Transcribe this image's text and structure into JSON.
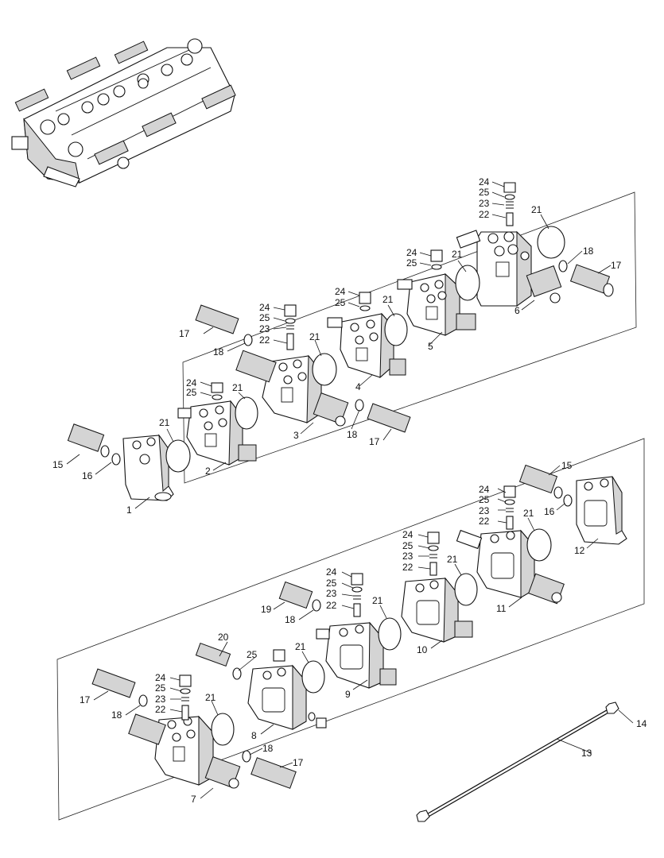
{
  "diagram": {
    "callouts": [
      {
        "id": "c24a",
        "text": "24"
      },
      {
        "id": "c25a",
        "text": "25"
      },
      {
        "id": "c23a",
        "text": "23"
      },
      {
        "id": "c22a",
        "text": "22"
      },
      {
        "id": "c21a",
        "text": "21"
      },
      {
        "id": "c24b",
        "text": "24"
      },
      {
        "id": "c25b",
        "text": "25"
      },
      {
        "id": "c21b",
        "text": "21"
      },
      {
        "id": "c18a",
        "text": "18"
      },
      {
        "id": "c17a",
        "text": "17"
      },
      {
        "id": "c6",
        "text": "6"
      },
      {
        "id": "c24c",
        "text": "24"
      },
      {
        "id": "c25c",
        "text": "25"
      },
      {
        "id": "c21c",
        "text": "21"
      },
      {
        "id": "c5",
        "text": "5"
      },
      {
        "id": "c24d",
        "text": "24"
      },
      {
        "id": "c25d",
        "text": "25"
      },
      {
        "id": "c23d",
        "text": "23"
      },
      {
        "id": "c22d",
        "text": "22"
      },
      {
        "id": "c17b",
        "text": "17"
      },
      {
        "id": "c18b",
        "text": "18"
      },
      {
        "id": "c21d",
        "text": "21"
      },
      {
        "id": "c4",
        "text": "4"
      },
      {
        "id": "c24e",
        "text": "24"
      },
      {
        "id": "c25e",
        "text": "25"
      },
      {
        "id": "c21e",
        "text": "21"
      },
      {
        "id": "c3",
        "text": "3"
      },
      {
        "id": "c18c",
        "text": "18"
      },
      {
        "id": "c17c",
        "text": "17"
      },
      {
        "id": "c21f",
        "text": "21"
      },
      {
        "id": "c2",
        "text": "2"
      },
      {
        "id": "c15a",
        "text": "15"
      },
      {
        "id": "c16a",
        "text": "16"
      },
      {
        "id": "c1",
        "text": "1"
      },
      {
        "id": "c15b",
        "text": "15"
      },
      {
        "id": "c24f",
        "text": "24"
      },
      {
        "id": "c25f",
        "text": "25"
      },
      {
        "id": "c23f",
        "text": "23"
      },
      {
        "id": "c22f",
        "text": "22"
      },
      {
        "id": "c21g",
        "text": "21"
      },
      {
        "id": "c16b",
        "text": "16"
      },
      {
        "id": "c12",
        "text": "12"
      },
      {
        "id": "c24g",
        "text": "24"
      },
      {
        "id": "c25g",
        "text": "25"
      },
      {
        "id": "c23g",
        "text": "23"
      },
      {
        "id": "c22g",
        "text": "22"
      },
      {
        "id": "c21h",
        "text": "21"
      },
      {
        "id": "c11",
        "text": "11"
      },
      {
        "id": "c24h",
        "text": "24"
      },
      {
        "id": "c25h",
        "text": "25"
      },
      {
        "id": "c23h",
        "text": "23"
      },
      {
        "id": "c22h",
        "text": "22"
      },
      {
        "id": "c21i",
        "text": "21"
      },
      {
        "id": "c10",
        "text": "10"
      },
      {
        "id": "c19",
        "text": "19"
      },
      {
        "id": "c18d",
        "text": "18"
      },
      {
        "id": "c9",
        "text": "9"
      },
      {
        "id": "c20",
        "text": "20"
      },
      {
        "id": "c25i",
        "text": "25"
      },
      {
        "id": "c21j",
        "text": "21"
      },
      {
        "id": "c8",
        "text": "8"
      },
      {
        "id": "c17d",
        "text": "17"
      },
      {
        "id": "c24i",
        "text": "24"
      },
      {
        "id": "c25j",
        "text": "25"
      },
      {
        "id": "c23i",
        "text": "23"
      },
      {
        "id": "c18e",
        "text": "18"
      },
      {
        "id": "c22i",
        "text": "22"
      },
      {
        "id": "c21k",
        "text": "21"
      },
      {
        "id": "c18f",
        "text": "18"
      },
      {
        "id": "c17e",
        "text": "17"
      },
      {
        "id": "c7",
        "text": "7"
      },
      {
        "id": "c14",
        "text": "14"
      },
      {
        "id": "c13",
        "text": "13"
      }
    ]
  }
}
